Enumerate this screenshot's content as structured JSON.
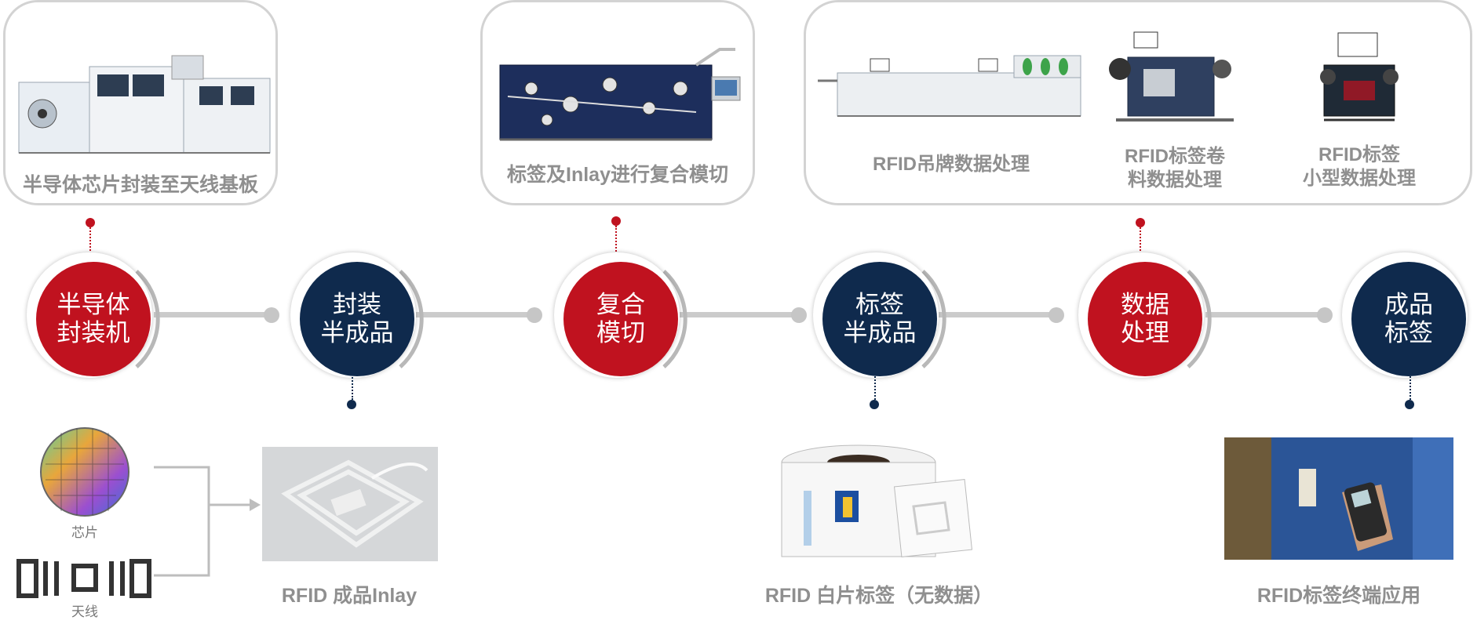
{
  "colors": {
    "red": "#c0121f",
    "navy": "#0f2a4d",
    "line": "#cbcbcb",
    "caption": "#8f8f8f"
  },
  "top_panels": [
    {
      "caption": "半导体芯片封装至天线基板"
    },
    {
      "caption": "标签及Inlay进行复合模切"
    },
    {
      "captions": [
        "RFID吊牌数据处理",
        "RFID标签卷\n料数据处理",
        "RFID标签\n小型数据处理"
      ]
    }
  ],
  "nodes": [
    {
      "line1": "半导体",
      "line2": "封装机",
      "color": "red"
    },
    {
      "line1": "封装",
      "line2": "半成品",
      "color": "navy"
    },
    {
      "line1": "复合",
      "line2": "模切",
      "color": "red"
    },
    {
      "line1": "标签",
      "line2": "半成品",
      "color": "navy"
    },
    {
      "line1": "数据",
      "line2": "处理",
      "color": "red"
    },
    {
      "line1": "成品",
      "line2": "标签",
      "color": "navy"
    }
  ],
  "bottom": {
    "chip_label": "芯片",
    "antenna_label": "天线",
    "inlay_label": "RFID 成品Inlay",
    "white_label": "RFID 白片标签（无数据）",
    "terminal_label": "RFID标签终端应用"
  },
  "icons": [
    "semiconductor-packaging-machine",
    "composite-die-cutting-machine",
    "hang-tag-machine",
    "roll-label-machine",
    "small-label-machine",
    "wafer-chip",
    "antenna",
    "rfid-inlay",
    "label-roll",
    "handheld-reader"
  ]
}
